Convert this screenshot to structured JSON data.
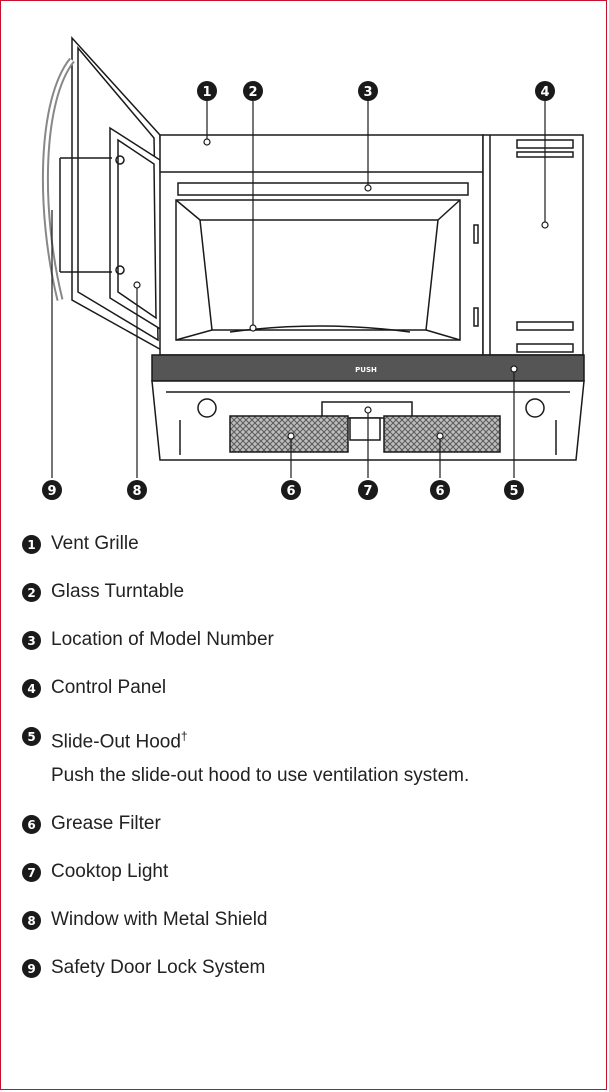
{
  "diagram": {
    "push_label": "PUSH",
    "callouts": [
      "1",
      "2",
      "3",
      "4",
      "5",
      "6",
      "7",
      "8",
      "9"
    ]
  },
  "legend": {
    "items": [
      {
        "num": "1",
        "label": "Vent Grille"
      },
      {
        "num": "2",
        "label": "Glass Turntable"
      },
      {
        "num": "3",
        "label": "Location of Model Number"
      },
      {
        "num": "4",
        "label": "Control Panel"
      },
      {
        "num": "5",
        "label": "Slide-Out Hood",
        "mark": "†",
        "description": "Push the slide-out hood to use ventilation system."
      },
      {
        "num": "6",
        "label": "Grease Filter"
      },
      {
        "num": "7",
        "label": "Cooktop Light"
      },
      {
        "num": "8",
        "label": "Window with Metal Shield"
      },
      {
        "num": "9",
        "label": "Safety Door Lock System"
      }
    ]
  },
  "colors": {
    "border": "#c8102e",
    "line": "#1a1a1a",
    "hood": "#555555",
    "filter": "#8a8a8a"
  }
}
